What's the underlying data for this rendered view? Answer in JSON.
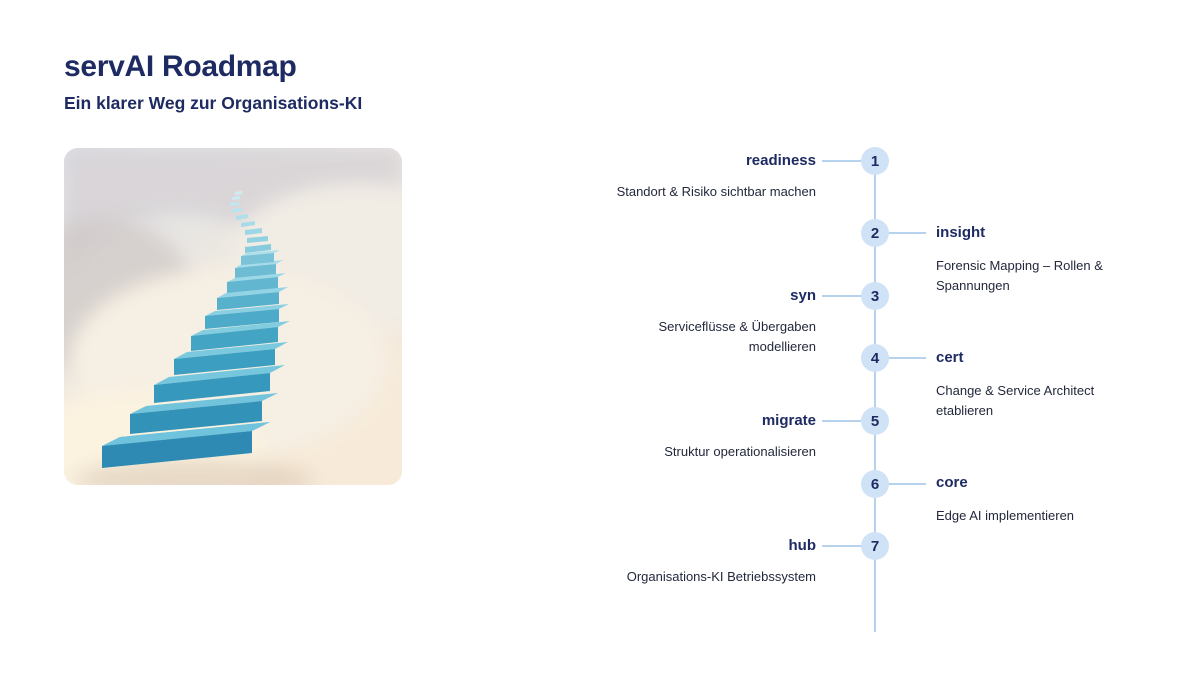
{
  "header": {
    "title": "servAI Roadmap",
    "subtitle": "Ein klarer Weg zur Organisations-KI"
  },
  "colors": {
    "navy": "#1e2b63",
    "circle_fill": "#cfe2f6",
    "line": "#b7d2ec",
    "stairs_teal": "#4fb0d2"
  },
  "hero": {
    "description": "3D illustration of winding teal stairs ascending through soft sand dunes"
  },
  "timeline": {
    "steps": [
      {
        "num": "1",
        "side": "left",
        "title": "readiness",
        "desc": "Standort & Risiko sichtbar machen"
      },
      {
        "num": "2",
        "side": "right",
        "title": "insight",
        "desc": "Forensic Mapping – Rollen & Spannungen"
      },
      {
        "num": "3",
        "side": "left",
        "title": "syn",
        "desc": "Serviceflüsse & Übergaben modellieren"
      },
      {
        "num": "4",
        "side": "right",
        "title": "cert",
        "desc": "Change & Service Architect etablieren"
      },
      {
        "num": "5",
        "side": "left",
        "title": "migrate",
        "desc": "Struktur operationalisieren"
      },
      {
        "num": "6",
        "side": "right",
        "title": "core",
        "desc": "Edge AI implementieren"
      },
      {
        "num": "7",
        "side": "left",
        "title": "hub",
        "desc": "Organisations-KI Betriebssystem"
      }
    ]
  }
}
